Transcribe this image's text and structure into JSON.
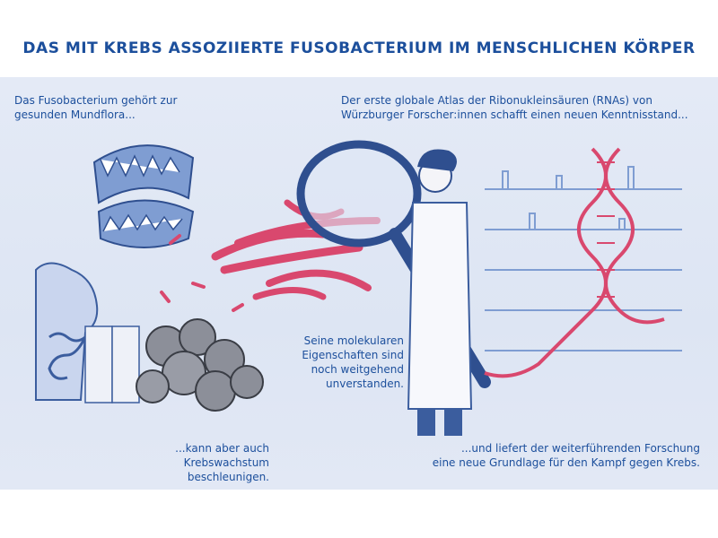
{
  "title": "DAS MIT KREBS ASSOZIIERTE FUSOBACTERIUM IM MENSCHLICHEN KÖRPER",
  "texts": {
    "mundflora": "Das Fusobacterium gehört zur\ngesunden Mundflora...",
    "atlas": "Der erste globale Atlas der Ribonukleinsäuren (RNAs) von\nWürzburger Forscher:innen schafft einen neuen Kenntnisstand...",
    "eigenschaften": "Seine molekularen\nEigenschaften sind\nnoch weitgehend\nunverstanden.",
    "krebswachstum": "...kann aber auch Krebswachstum\nbeschleunigen.",
    "grundlage": "...und liefert der weiterführenden Forschung\neine neue Grundlage für den Kampf gegen Krebs."
  },
  "colors": {
    "heading": "#1c4f9c",
    "illustration_blue": "#3b5d9e",
    "bacteria_pink": "#d9486e",
    "panel_bg": "#e0e7f4"
  }
}
